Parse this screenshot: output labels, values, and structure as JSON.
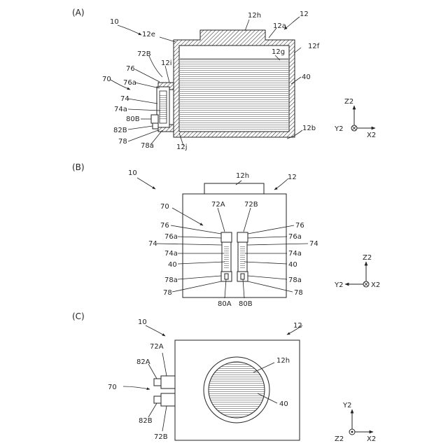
{
  "panels": {
    "A": {
      "title": "(A)",
      "labels": {
        "l10": "10",
        "l12h": "12h",
        "l12": "12",
        "l12e": "12e",
        "l12a": "12a",
        "l12g": "12g",
        "l12f": "12f",
        "l72B": "72B",
        "l12i": "12i",
        "l76": "76",
        "l40": "40",
        "l70": "70",
        "l76a": "76a",
        "l74": "74",
        "l74a": "74a",
        "l80B": "80B",
        "l82B": "82B",
        "l78": "78",
        "l78a": "78a",
        "l12j": "12j",
        "l12b": "12b"
      },
      "axes": {
        "up": "Z2",
        "right": "X2",
        "out": "Y2"
      }
    },
    "B": {
      "title": "(B)",
      "labels": {
        "l10": "10",
        "l12h": "12h",
        "l12": "12",
        "l70": "70",
        "l72A": "72A",
        "l72B": "72B",
        "l76L": "76",
        "l76R": "76",
        "l76aL": "76a",
        "l76aR": "76a",
        "l74L": "74",
        "l74R": "74",
        "l74aL": "74a",
        "l74aR": "74a",
        "l40L": "40",
        "l40R": "40",
        "l78aL": "78a",
        "l78aR": "78a",
        "l78L": "78",
        "l78R": "78",
        "l80A": "80A",
        "l80B": "80B"
      },
      "axes": {
        "up": "Z2",
        "left": "Y2",
        "out": "X2"
      }
    },
    "C": {
      "title": "(C)",
      "labels": {
        "l10": "10",
        "l12": "12",
        "l72A": "72A",
        "l82A": "82A",
        "l12h": "12h",
        "l70": "70",
        "l40": "40",
        "l82B": "82B",
        "l72B": "72B"
      },
      "axes": {
        "up": "Y2",
        "right": "X2",
        "out": "Z2"
      }
    }
  }
}
